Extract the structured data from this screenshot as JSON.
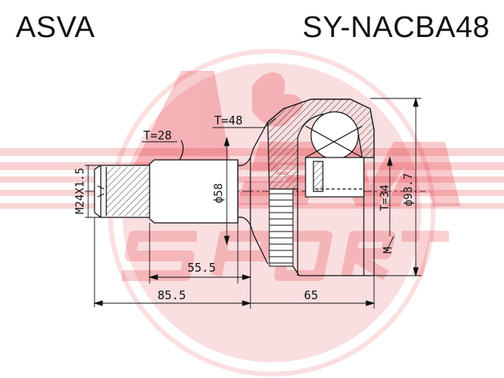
{
  "header": {
    "brand": "ASVA",
    "part_number": "SY-NACBA48"
  },
  "watermark": {
    "text": "ASVA SPORT",
    "color": "#e0141e"
  },
  "dimensions": {
    "t_shaft": "T=28",
    "t_housing": "T=48",
    "t_inner": "T=34",
    "diam_shaft": "ф58",
    "diam_outer": "ф93.7",
    "thread": "M24X1.5",
    "abs_marker": "M",
    "len_shaft": "55.5",
    "len_total_left": "85.5",
    "len_housing": "65"
  },
  "colors": {
    "line": "#111111",
    "hatch": "#333333"
  }
}
